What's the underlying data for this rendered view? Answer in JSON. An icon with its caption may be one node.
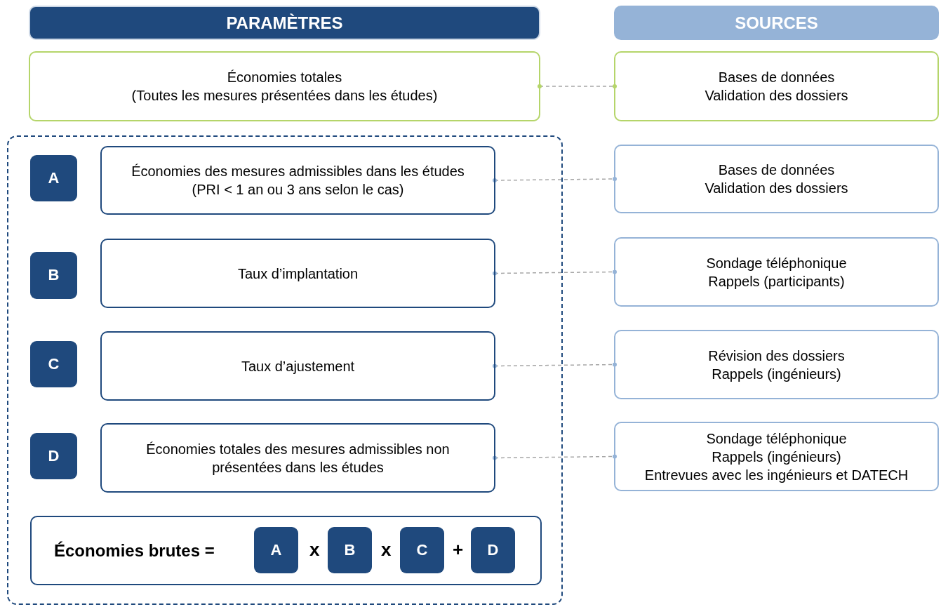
{
  "diagram": {
    "nodes": [
      {
        "text": [
          "PARAMÈTRES"
        ]
      },
      {
        "text": [
          "SOURCES"
        ]
      },
      {
        "text": [
          "Économies totales",
          "(Toutes les mesures présentées dans les études)"
        ]
      },
      {
        "text": [
          "Bases de données",
          "Validation des dossiers"
        ]
      },
      {
        "text": [],
        "shape": "box"
      },
      {
        "text": [
          "A"
        ],
        "in": 4
      },
      {
        "text": [
          "Économies des mesures admissibles dans les études (PRI < 1 an ou 3 ans selon le cas)"
        ],
        "in": 4
      },
      {
        "text": [
          "Bases de données",
          "Validation des dossiers"
        ]
      },
      {
        "text": [
          "B"
        ],
        "in": 4
      },
      {
        "text": [
          "Taux d’implantation"
        ],
        "in": 4
      },
      {
        "text": [
          "Sondage téléphonique",
          "Rappels (participants)"
        ]
      },
      {
        "text": [
          "C"
        ],
        "in": 4
      },
      {
        "text": [
          "Taux d’ajustement"
        ],
        "in": 4
      },
      {
        "text": [
          "Révision des dossiers",
          "Rappels (ingénieurs)"
        ]
      },
      {
        "text": [
          "D"
        ],
        "in": 4
      },
      {
        "text": [
          "Économies totales des mesures admissibles non présentées dans les études"
        ],
        "in": 4
      },
      {
        "text": [
          "Sondage téléphonique",
          "Rappels (ingénieurs)",
          "Entrevues avec les ingénieurs et DATECH"
        ]
      },
      {
        "text": [
          "Économies brutes ="
        ],
        "in": 4
      },
      {
        "text": [
          "A"
        ],
        "in": 17
      },
      {
        "text": [
          "B"
        ],
        "in": 17
      },
      {
        "text": [
          "C"
        ],
        "in": 17
      },
      {
        "text": [
          "D"
        ],
        "in": 17
      }
    ],
    "edges": [
      {
        "from": 2,
        "to": 3,
        "arrow": "other",
        "style": "dashed"
      },
      {
        "from": 6,
        "to": 7,
        "arrow": "other",
        "style": "dashed"
      },
      {
        "from": 9,
        "to": 10,
        "arrow": "other",
        "style": "dashed"
      },
      {
        "from": 12,
        "to": 13,
        "arrow": "other",
        "style": "dashed"
      },
      {
        "from": 15,
        "to": 16,
        "arrow": "other",
        "style": "dashed"
      }
    ],
    "labels": [
      "x",
      "x",
      "+"
    ]
  }
}
